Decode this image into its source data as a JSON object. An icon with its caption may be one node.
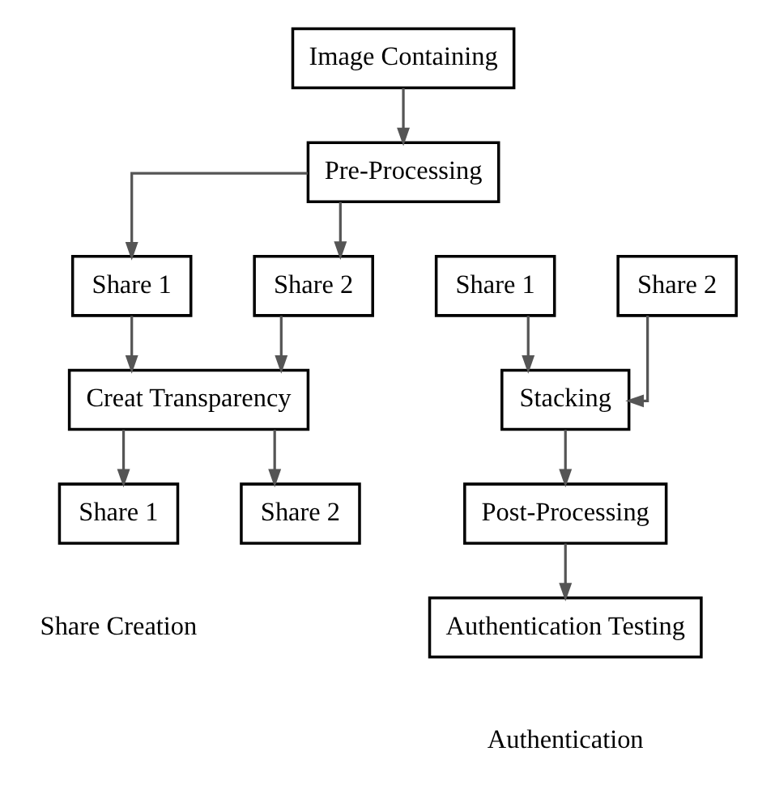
{
  "diagram": {
    "nodes": [
      {
        "text": [
          "Image Containing"
        ]
      },
      {
        "text": [
          "Pre-Processing"
        ]
      },
      {
        "text": [
          "Share 1"
        ]
      },
      {
        "text": [
          "Share 2"
        ]
      },
      {
        "text": [
          "Creat Transparency"
        ]
      },
      {
        "text": [
          "Share 1"
        ]
      },
      {
        "text": [
          "Share 2"
        ]
      },
      {
        "text": [
          "Share 1"
        ]
      },
      {
        "text": [
          "Share 2"
        ]
      },
      {
        "text": [
          "Stacking"
        ]
      },
      {
        "text": [
          "Post-Processing"
        ]
      },
      {
        "text": [
          "Authentication Testing"
        ]
      }
    ],
    "edges": [
      {
        "from": 0,
        "to": 1,
        "arrow": "to"
      },
      {
        "from": 1,
        "to": 2,
        "arrow": "to"
      },
      {
        "from": 1,
        "to": 3,
        "arrow": "to"
      },
      {
        "from": 2,
        "to": 4,
        "arrow": "to"
      },
      {
        "from": 3,
        "to": 4,
        "arrow": "to"
      },
      {
        "from": 4,
        "to": 5,
        "arrow": "to"
      },
      {
        "from": 4,
        "to": 6,
        "arrow": "to"
      },
      {
        "from": 7,
        "to": 9,
        "arrow": "to"
      },
      {
        "from": 8,
        "to": 9,
        "arrow": "to"
      },
      {
        "from": 9,
        "to": 10,
        "arrow": "to"
      },
      {
        "from": 10,
        "to": 11,
        "arrow": "to"
      }
    ],
    "labels": [
      "Share Creation",
      "Authentication"
    ]
  }
}
